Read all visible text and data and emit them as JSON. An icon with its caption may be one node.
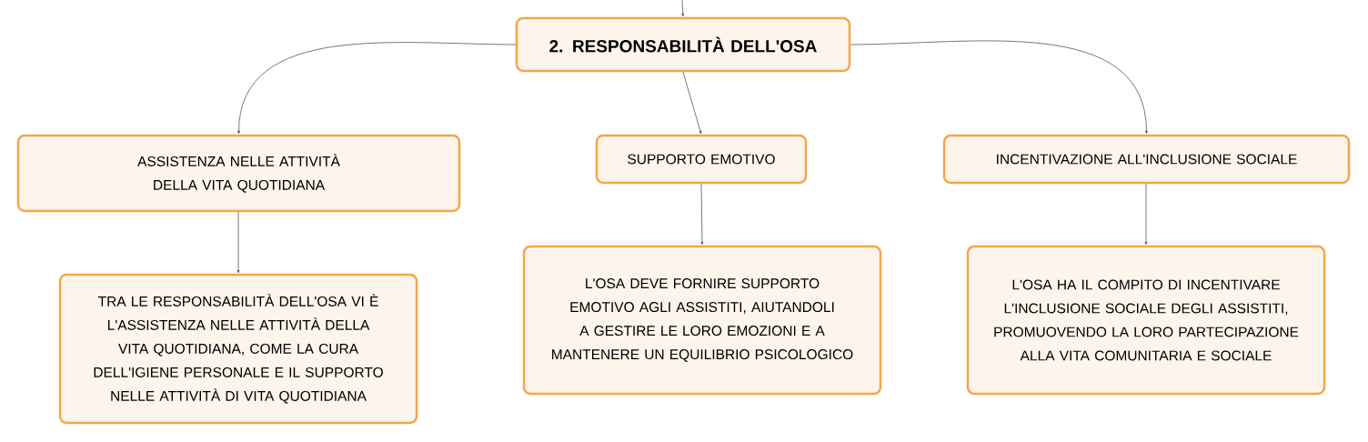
{
  "diagram": {
    "nodes": [
      {
        "text": [
          "2. RESPONSABILITÀ DELL'OSA"
        ]
      },
      {
        "text": [
          "ASSISTENZA NELLE ATTIVITÀ DELLA VITA QUOTIDIANA"
        ]
      },
      {
        "text": [
          "SUPPORTO EMOTIVO"
        ]
      },
      {
        "text": [
          "INCENTIVAZIONE ALL'INCLUSIONE SOCIALE"
        ]
      },
      {
        "text": [
          "TRA LE RESPONSABILITÀ DELL'OSA VI È L'ASSISTENZA NELLE ATTIVITÀ DELLA VITA QUOTIDIANA, COME LA CURA DELL'IGIENE PERSONALE E IL SUPPORTO NELLE ATTIVITÀ DI VITA QUOTIDIANA"
        ]
      },
      {
        "text": [
          "L'OSA DEVE FORNIRE SUPPORTO EMOTIVO AGLI ASSISTITI, AIUTANDOLI A GESTIRE LE LORO EMOZIONI E A MANTENERE UN EQUILIBRIO PSICOLOGICO"
        ]
      },
      {
        "text": [
          "L'OSA HA IL COMPITO DI INCENTIVARE L'INCLUSIONE SOCIALE DEGLI ASSISTITI, PROMUOVENDO LA LORO PARTECIPAZIONE ALLA VITA COMUNITARIA E SOCIALE"
        ]
      }
    ],
    "edges": [
      {
        "from": null,
        "to": 0,
        "arrow": "to"
      },
      {
        "from": 0,
        "to": 1,
        "arrow": "to"
      },
      {
        "from": 0,
        "to": 2,
        "arrow": "to"
      },
      {
        "from": 0,
        "to": 3,
        "arrow": "to"
      },
      {
        "from": 1,
        "to": 4,
        "arrow": "to"
      },
      {
        "from": 2,
        "to": 5,
        "arrow": "to"
      },
      {
        "from": 3,
        "to": 6,
        "arrow": "to"
      }
    ]
  }
}
